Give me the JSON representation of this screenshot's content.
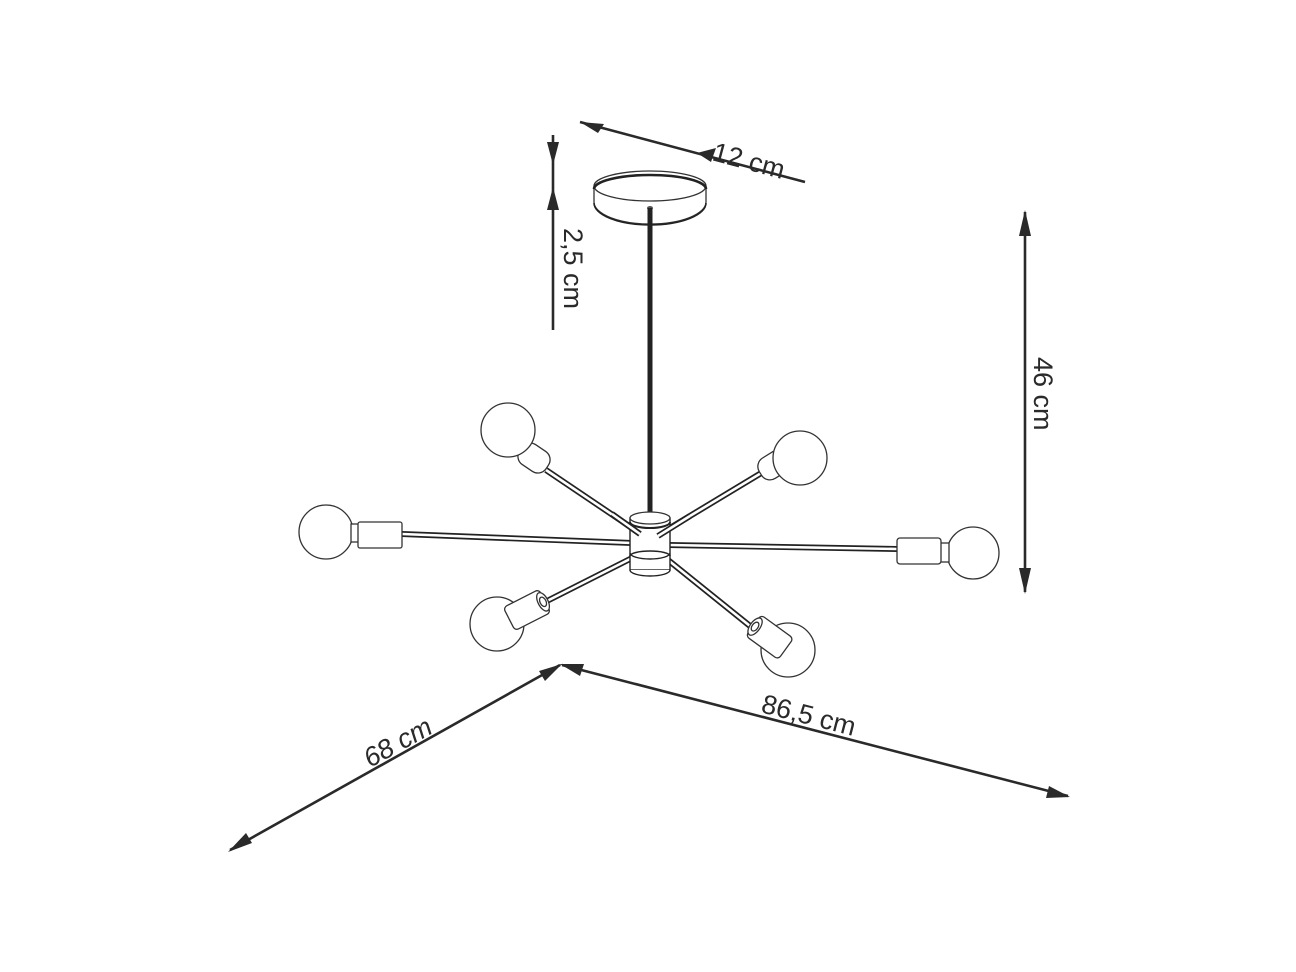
{
  "diagram": {
    "subject": "6-arm sputnik pendant lamp",
    "dimensions": {
      "canopy_diameter": {
        "label": "12 cm"
      },
      "canopy_height": {
        "label": "2,5 cm"
      },
      "total_height": {
        "label": "46 cm"
      },
      "depth": {
        "label": "68 cm"
      },
      "width": {
        "label": "86,5 cm"
      }
    },
    "components": {
      "canopy": "ceiling canopy",
      "rod": "suspension rod",
      "hub": "central hub",
      "arms": [
        {
          "position": "left-long"
        },
        {
          "position": "right-long"
        },
        {
          "position": "upper-left"
        },
        {
          "position": "upper-right"
        },
        {
          "position": "lower-left"
        },
        {
          "position": "lower-right"
        }
      ],
      "bulb_count": 6
    },
    "colors": {
      "line": "#2a2a2a",
      "background": "#ffffff"
    }
  }
}
